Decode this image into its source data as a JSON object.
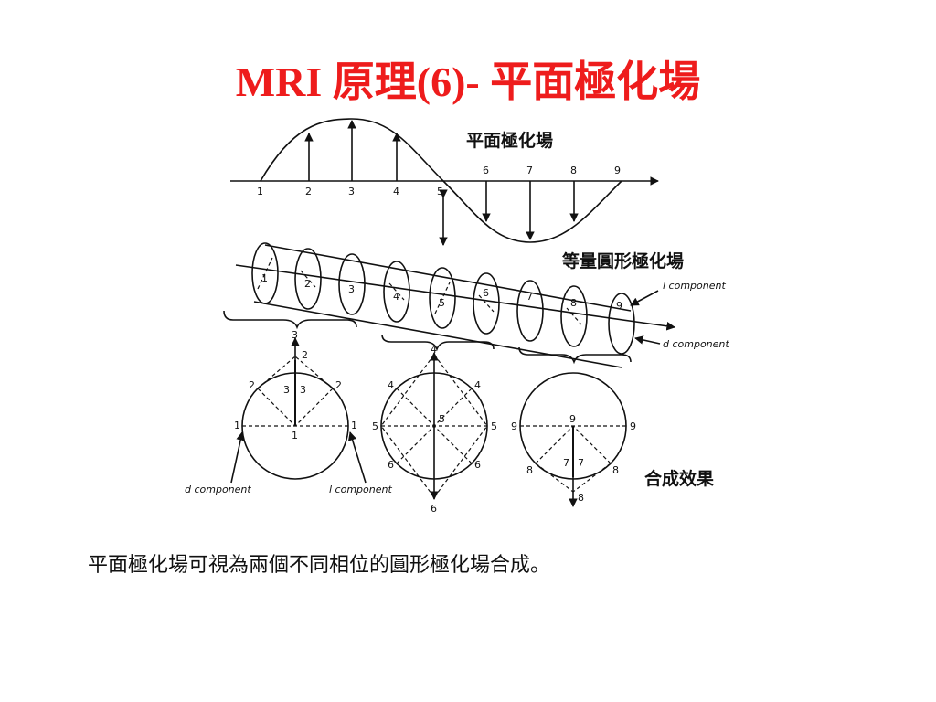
{
  "title": "MRI 原理(6)- 平面極化場",
  "caption": "平面極化場可視為兩個不同相位的圓形極化場合成。",
  "figure": {
    "wave_title": "平面極化場",
    "helix_title": "等量圓形極化場",
    "result_title": "合成效果",
    "wave_labels": [
      "1",
      "2",
      "3",
      "4",
      "5",
      "6",
      "7",
      "8",
      "9"
    ],
    "l_component": "l component",
    "d_component": "d component",
    "circle1": {
      "top": "3",
      "n2": "2",
      "n3": "3",
      "n1": "1"
    },
    "circle2": {
      "n4": "4",
      "n5": "5",
      "n6": "6"
    },
    "circle3": {
      "n9": "9",
      "n7": "7",
      "n8": "8"
    }
  },
  "colors": {
    "title": "#ee1c1c",
    "ink": "#111111"
  }
}
